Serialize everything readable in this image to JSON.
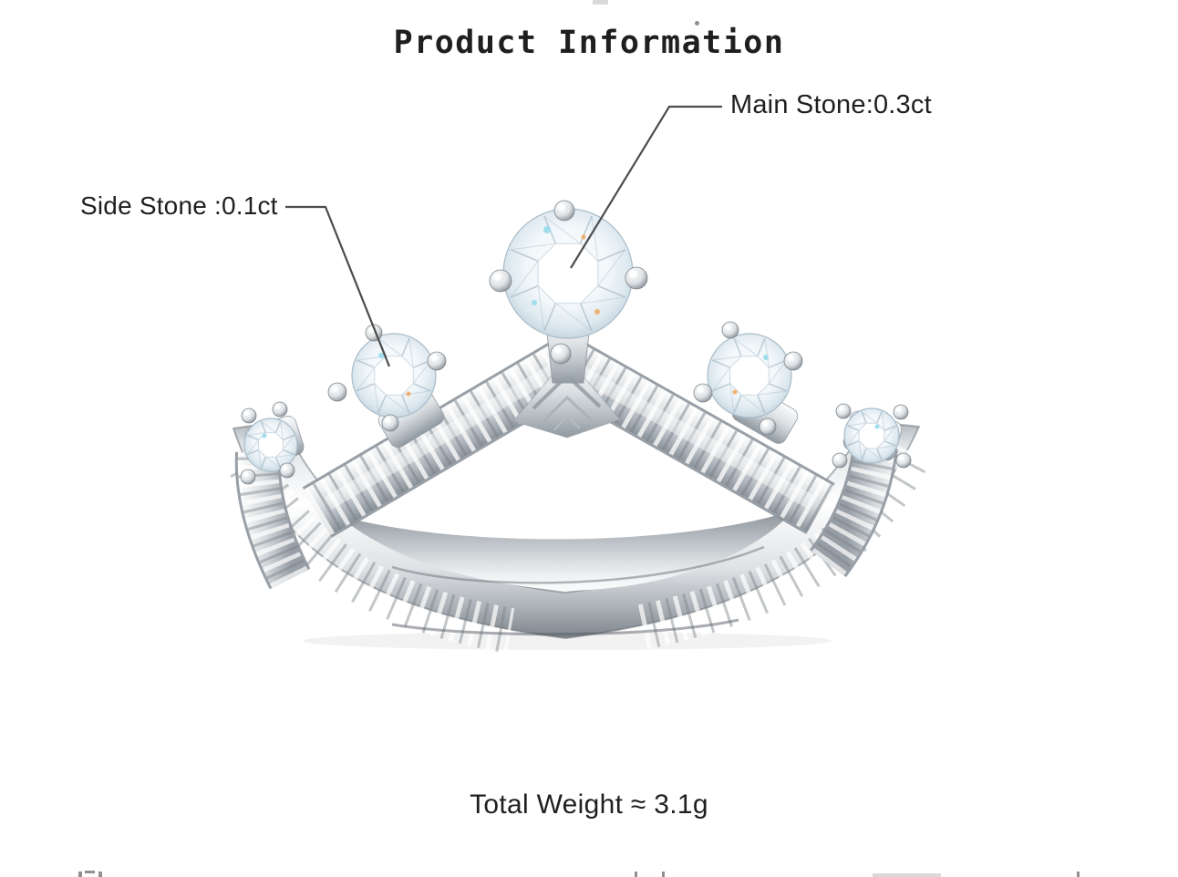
{
  "title": "Product Information",
  "annotations": {
    "main_stone": "Main Stone:0.3ct",
    "side_stone": "Side Stone :0.1ct",
    "total_weight": "Total Weight ≈ 3.1g"
  },
  "product": {
    "item": "crown ring photo",
    "stone_count": 5,
    "main_stone_carat": "0.3ct",
    "side_stone_carat": "0.1ct",
    "total_weight": "≈ 3.1g"
  },
  "colors": {
    "background": "#ffffff",
    "text": "#1f1f1f",
    "callout_line": "#4c4c4c",
    "metal_light": "#f7f8f9",
    "metal_mid": "#c6ccd2",
    "metal_shadow": "#8a9199",
    "stone_tint": "#cfdde8",
    "sparkle_cyan": "#8fd9ea",
    "sparkle_amber": "#f2a65a"
  }
}
